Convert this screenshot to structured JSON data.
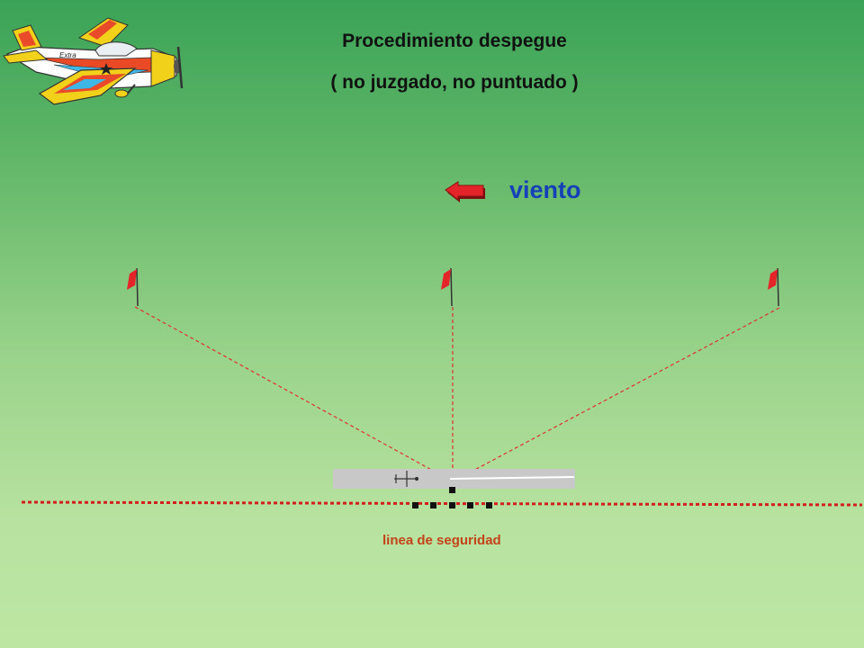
{
  "title": {
    "line1": "Procedimiento despegue",
    "line2": "( no juzgado, no puntuado )"
  },
  "wind": {
    "label": "viento",
    "icon": "arrow-left-icon",
    "color": "#1540b8"
  },
  "safety_line": {
    "label": "linea de seguridad",
    "color": "#d41e1e"
  },
  "logo": {
    "icon": "aerobatic-airplane-icon",
    "text": "Extra"
  },
  "colors": {
    "flag": "#e3252a",
    "sight_line": "#e03030",
    "runway": "#c8c8c8"
  }
}
